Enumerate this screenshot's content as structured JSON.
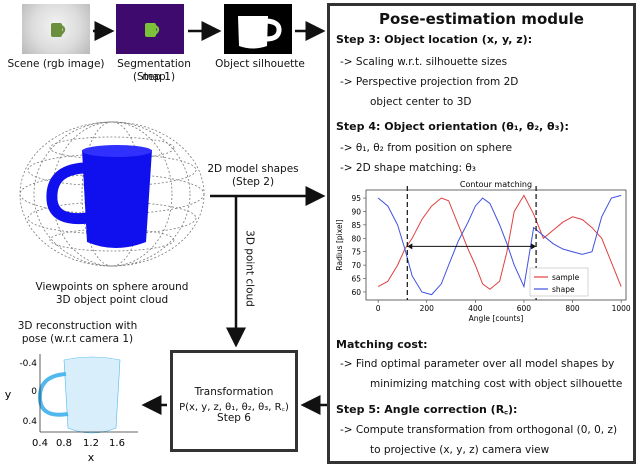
{
  "top_row": {
    "scene_label": "Scene (rgb image)",
    "segmentation_label": "Segmentation map",
    "segmentation_sublabel": "(Step 1)",
    "silhouette_label": "Object silhouette"
  },
  "sphere": {
    "shapes_label_line1": "2D model shapes",
    "shapes_label_line2": "(Step 2)",
    "caption_line1": "Viewpoints on sphere around",
    "caption_line2": "3D object point cloud",
    "point_cloud_label": "3D point cloud"
  },
  "reconstruction": {
    "title_line1": "3D reconstruction with",
    "title_line2": "pose (w.r.t camera 1)",
    "xlabel": "x",
    "ylabel": "y",
    "xticks": [
      "0.4",
      "0.8",
      "1.2",
      "1.6"
    ],
    "yticks": [
      "-0.4",
      "0",
      "0.4"
    ]
  },
  "transformation": {
    "title": "Transformation",
    "formula": "P(x, y, z, θ₁, θ₂, θ₃, R꜀)",
    "step": "Step 6"
  },
  "module": {
    "title": "Pose-estimation module",
    "step3": "Step 3: Object location (x, y, z):",
    "step3_line1": "-> Scaling w.r.t. silhouette sizes",
    "step3_line2": "-> Perspective projection from 2D",
    "step3_line3": "object center to 3D",
    "step4": "Step 4: Object orientation (θ₁, θ₂, θ₃):",
    "step4_line1": "-> θ₁, θ₂ from position on sphere",
    "step4_line2": "-> 2D shape matching: θ₃",
    "matching_cost": "Matching cost:",
    "mc_line1": "-> Find optimal parameter over all model shapes by",
    "mc_line2": "minimizing matching cost with object silhouette",
    "step5": "Step 5: Angle correction (R꜀):",
    "s5_line1": "-> Compute transformation from orthogonal (0, 0, z)",
    "s5_line2": "to projective (x, y, z) camera view"
  },
  "chart_data": {
    "type": "line",
    "title": "Contour matching",
    "xlabel": "Angle [counts]",
    "ylabel": "Radius [pixel]",
    "xlim": [
      -50,
      1020
    ],
    "ylim": [
      57,
      98
    ],
    "xticks": [
      0,
      200,
      400,
      600,
      800,
      1000
    ],
    "yticks": [
      60,
      65,
      70,
      75,
      80,
      85,
      90,
      95
    ],
    "legend_position": "lower-right",
    "series": [
      {
        "name": "sample",
        "color": "#e04040",
        "x": [
          0,
          40,
          80,
          110,
          140,
          180,
          220,
          260,
          290,
          330,
          370,
          400,
          430,
          460,
          500,
          530,
          560,
          600,
          640,
          680,
          720,
          760,
          800,
          840,
          880,
          920,
          960,
          1000
        ],
        "y": [
          62,
          64,
          70,
          76,
          80,
          87,
          92,
          95,
          94,
          85,
          76,
          70,
          63,
          61,
          64,
          75,
          90,
          96,
          89,
          80,
          83,
          86,
          88,
          87,
          84,
          80,
          71,
          62
        ]
      },
      {
        "name": "shape",
        "color": "#4050e0",
        "x": [
          0,
          40,
          80,
          110,
          140,
          180,
          220,
          260,
          290,
          330,
          370,
          400,
          430,
          460,
          500,
          530,
          560,
          600,
          640,
          680,
          720,
          760,
          800,
          840,
          880,
          920,
          960,
          1000
        ],
        "y": [
          95,
          92,
          85,
          76,
          66,
          60,
          59,
          63,
          70,
          79,
          86,
          92,
          95,
          93,
          85,
          78,
          70,
          62,
          84,
          81,
          78,
          76,
          75,
          74,
          75,
          88,
          95,
          96
        ]
      }
    ],
    "marker_lines_x": [
      120,
      650
    ],
    "arrow_y": 77
  },
  "colors": {
    "mug_blue": "#1010ee",
    "segmentation_bg": "#3e0a6e",
    "recon_cyan": "#50b8ee",
    "sample_red": "#e04040",
    "shape_blue": "#4050e0"
  }
}
